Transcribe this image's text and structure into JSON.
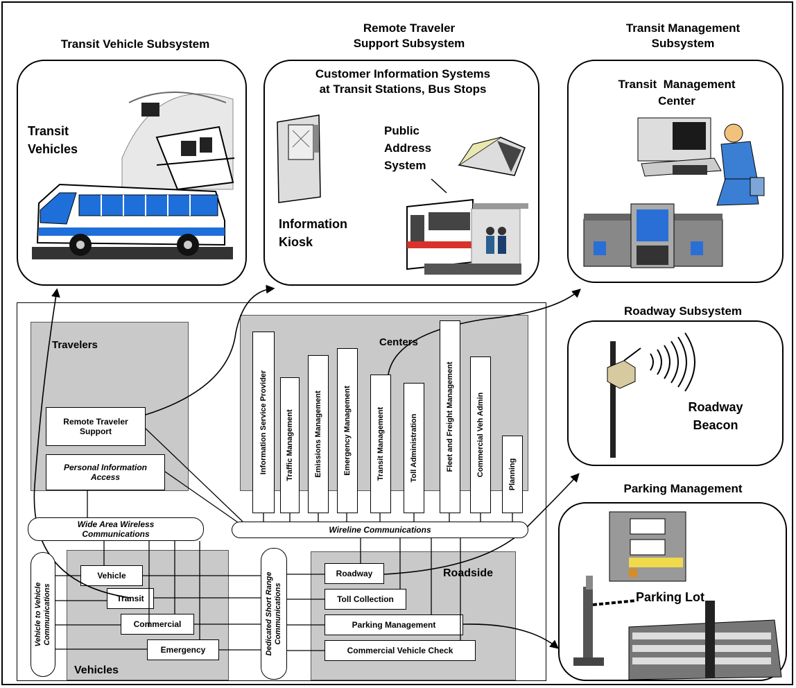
{
  "subsystems": {
    "transit_vehicle": {
      "title": "Transit Vehicle Subsystem",
      "label": "Transit\nVehicles"
    },
    "remote_traveler": {
      "title": "Remote Traveler\nSupport Subsystem",
      "heading": "Customer Information Systems\nat Transit Stations, Bus Stops",
      "public_address": "Public\nAddress\nSystem",
      "kiosk": "Information\nKiosk"
    },
    "transit_management": {
      "title": "Transit Management\nSubsystem",
      "label": "Transit  Management\nCenter"
    },
    "roadway": {
      "title": "Roadway Subsystem",
      "label": "Roadway\nBeacon"
    },
    "parking": {
      "title": "Parking Management",
      "label": "Parking Lot"
    }
  },
  "architecture": {
    "travelers": {
      "title": "Travelers",
      "remote": "Remote Traveler\nSupport",
      "personal": "Personal Information\nAccess"
    },
    "centers": {
      "title": "Centers",
      "items": [
        "Information Service Provider",
        "Traffic Management",
        "Emissions Management",
        "Emergency Management",
        "Transit Management",
        "Toll Administration",
        "Fleet and Freight Management",
        "Commercial Veh Admin",
        "Planning"
      ]
    },
    "wide_area": "Wide Area Wireless\nCommunications",
    "wireline": "Wireline Communications",
    "v2v": "Vehicle to Vehicle\nCommunications",
    "dsrc": "Dedicated Short Range\nCommunications",
    "vehicles": {
      "title": "Vehicles",
      "items": [
        "Vehicle",
        "Transit",
        "Commercial",
        "Emergency"
      ]
    },
    "roadside": {
      "title": "Roadside",
      "items": [
        "Roadway",
        "Toll Collection",
        "Parking Management",
        "Commercial Vehicle Check"
      ]
    }
  },
  "colors": {
    "panel": "#c9c9c9",
    "bus_blue": "#1e6fd9",
    "tram_red": "#d8322a",
    "worker_blue": "#3a7fd4",
    "building_blue": "#2a6fd6"
  }
}
